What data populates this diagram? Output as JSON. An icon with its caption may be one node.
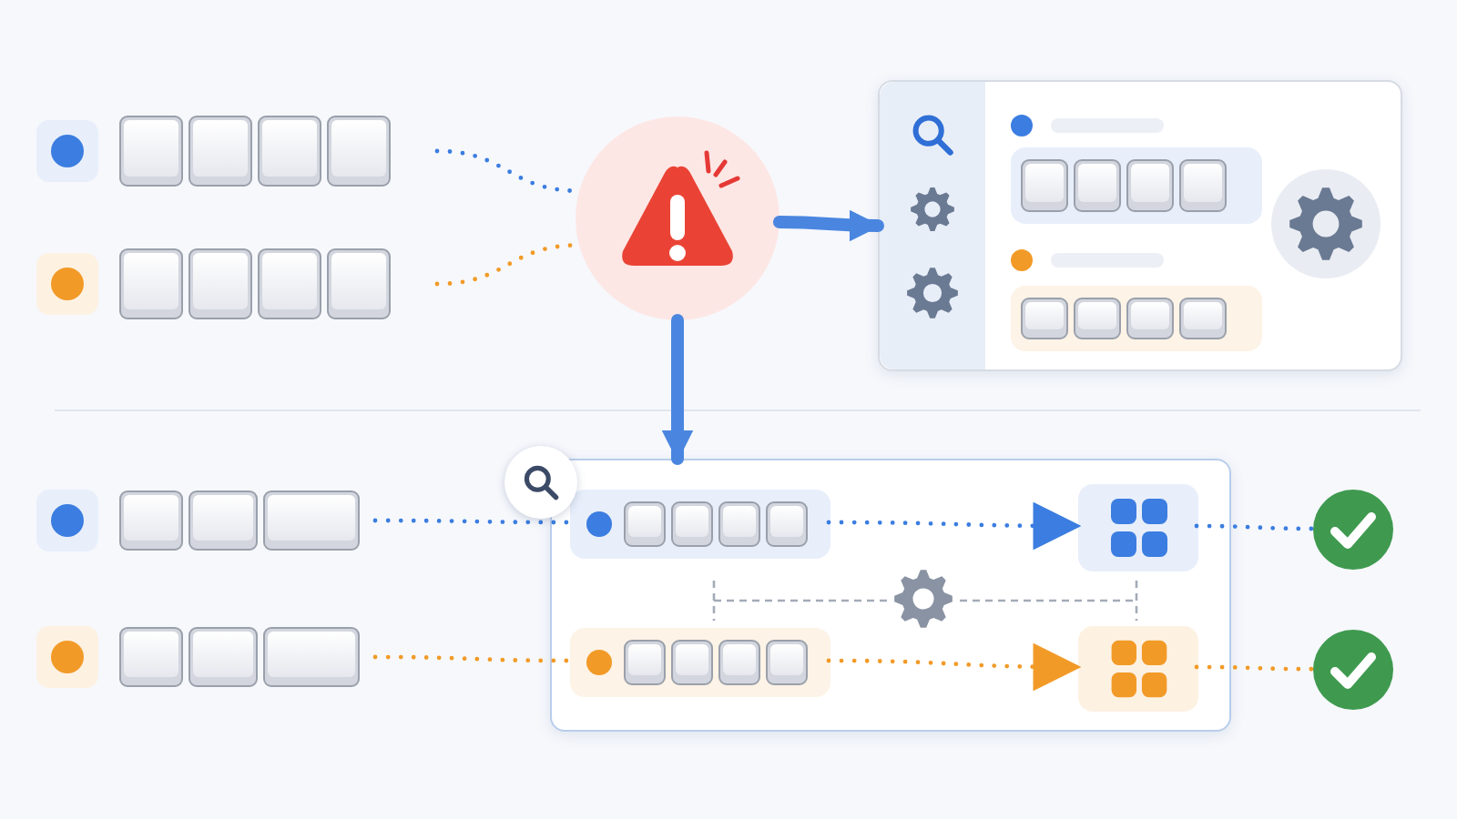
{
  "diagram": {
    "nodes": [
      {
        "text": [],
        "shape": "box"
      },
      {
        "text": [],
        "shape": "box"
      },
      {
        "text": [],
        "shape": "circle"
      },
      {
        "text": [],
        "shape": "box"
      },
      {
        "text": [],
        "shape": "box",
        "in": 3
      },
      {
        "text": [],
        "shape": "box",
        "in": 3
      },
      {
        "text": [],
        "shape": "circle",
        "in": 3
      },
      {
        "text": [],
        "shape": "box"
      },
      {
        "text": [],
        "shape": "box"
      },
      {
        "text": [],
        "shape": "box"
      },
      {
        "text": [],
        "shape": "box",
        "in": 9
      },
      {
        "text": [],
        "shape": "box",
        "in": 9
      },
      {
        "text": [],
        "shape": "box",
        "in": 9
      },
      {
        "text": [],
        "shape": "box",
        "in": 9
      },
      {
        "text": [],
        "shape": "circle"
      },
      {
        "text": [],
        "shape": "circle"
      }
    ],
    "edges": [
      {
        "from": 0,
        "to": 2,
        "arrow": "none",
        "style": "dashed",
        "color": "#3b7de0"
      },
      {
        "from": 1,
        "to": 2,
        "arrow": "none",
        "style": "dashed",
        "color": "#f29a27"
      },
      {
        "from": 2,
        "to": 3,
        "arrow": "to",
        "style": "thick",
        "color": "#4a86e0"
      },
      {
        "from": 2,
        "to": 9,
        "arrow": "to",
        "style": "thick",
        "color": "#4a86e0"
      },
      {
        "from": 7,
        "to": 10,
        "arrow": "none",
        "style": "dashed",
        "color": "#3b7de0"
      },
      {
        "from": 8,
        "to": 11,
        "arrow": "none",
        "style": "dashed",
        "color": "#f29a27"
      },
      {
        "from": 10,
        "to": 12,
        "arrow": "to",
        "style": "dashed",
        "color": "#3b7de0"
      },
      {
        "from": 11,
        "to": 13,
        "arrow": "to",
        "style": "dashed",
        "color": "#f29a27"
      },
      {
        "from": 12,
        "to": 14,
        "arrow": "none",
        "style": "dashed",
        "color": "#3b7de0"
      },
      {
        "from": 13,
        "to": 15,
        "arrow": "none",
        "style": "dashed",
        "color": "#f29a27"
      }
    ]
  }
}
